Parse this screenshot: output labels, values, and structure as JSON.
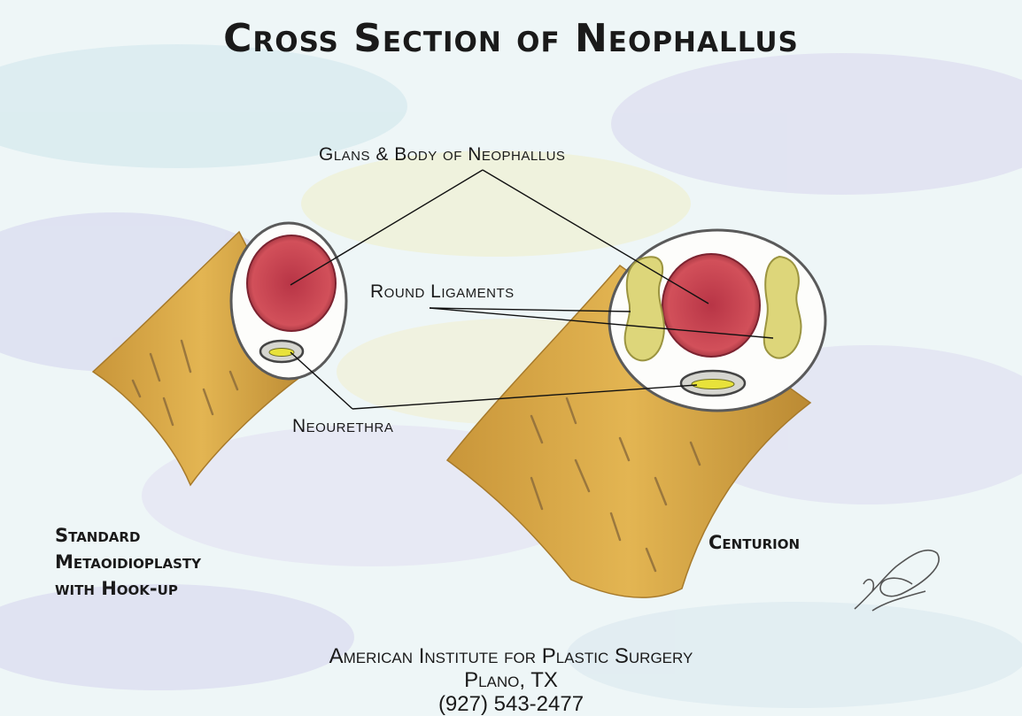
{
  "title": "Cross Section of Neophallus",
  "labels": {
    "glans_body": "Glans & Body of Neophallus",
    "round_ligaments": "Round Ligaments",
    "neourethra": "Neourethra"
  },
  "left_caption": [
    "Standard",
    "Metaoidioplasty",
    "with Hook-up"
  ],
  "right_caption": "Centurion",
  "footer": {
    "institute": "American Institute for Plastic Surgery",
    "location": "Plano, TX",
    "phone": "(927) 543-2477"
  },
  "colors": {
    "background": "#eef6f7",
    "shaft": "#d9a844",
    "glans": "#c9434f",
    "ligament": "#ddd67a",
    "urethra": "#e6e23a",
    "outline": "#555555"
  }
}
